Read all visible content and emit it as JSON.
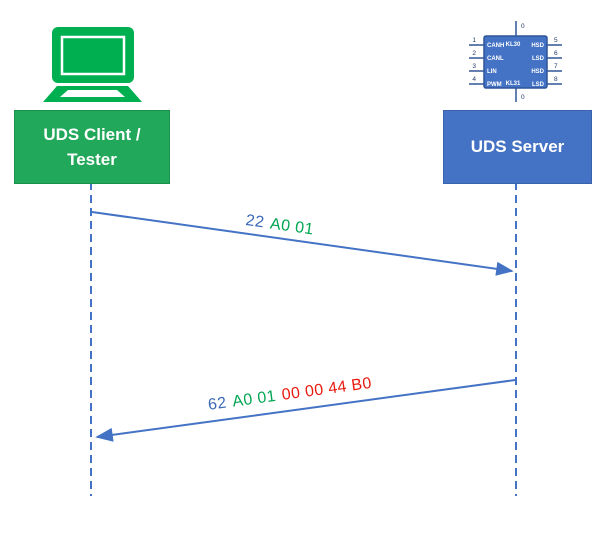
{
  "colors": {
    "laptop_green": "#00B050",
    "client_box_green": "#22A85B",
    "server_box_blue": "#4472C4",
    "chip_border_blue": "#2F5597",
    "arrow_blue": "#4472C4",
    "hex_sid_blue": "#3A68B7",
    "hex_did_green": "#00A651",
    "hex_data_red": "#E8190F"
  },
  "client": {
    "label_line1": "UDS Client /",
    "label_line2": "Tester"
  },
  "server": {
    "label": "UDS Server"
  },
  "chip": {
    "top_pin": {
      "num": "0",
      "label": "KL30"
    },
    "bottom_pin": {
      "num": "0",
      "label": "KL31"
    },
    "left_pins": [
      {
        "num": "1",
        "label": "CANH"
      },
      {
        "num": "2",
        "label": "CANL"
      },
      {
        "num": "3",
        "label": "LIN"
      },
      {
        "num": "4",
        "label": "PWM"
      }
    ],
    "right_pins": [
      {
        "num": "5",
        "label": "HSD"
      },
      {
        "num": "6",
        "label": "LSD"
      },
      {
        "num": "7",
        "label": "HSD"
      },
      {
        "num": "8",
        "label": "LSD"
      }
    ]
  },
  "messages": [
    {
      "direction": "client-to-server",
      "parts": [
        {
          "text": "22",
          "color": "#3A68B7"
        },
        {
          "text": "A0 01",
          "color": "#00A651"
        }
      ]
    },
    {
      "direction": "server-to-client",
      "parts": [
        {
          "text": "62",
          "color": "#3A68B7"
        },
        {
          "text": "A0 01",
          "color": "#00A651"
        },
        {
          "text": "00 00 44 B0",
          "color": "#E8190F"
        }
      ]
    }
  ]
}
